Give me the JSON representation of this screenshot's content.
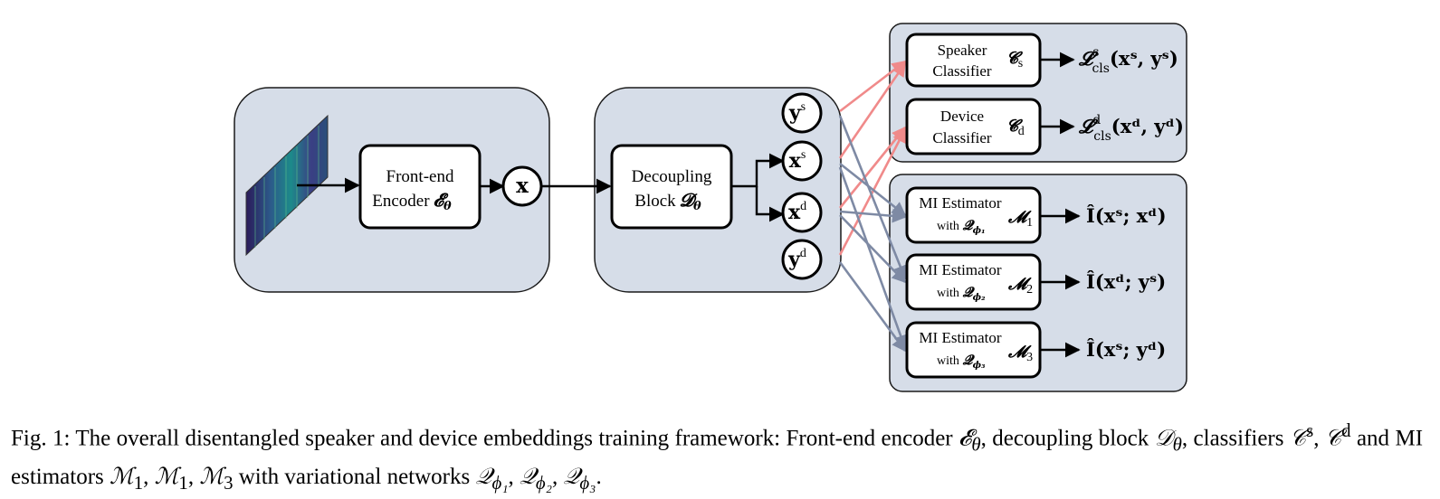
{
  "encoder": {
    "label_line1": "Front-end",
    "label_line2": "Encoder",
    "symbol": "𝓔",
    "symbol_sub": "θ"
  },
  "x_node": "x",
  "decoupler": {
    "label_line1": "Decoupling",
    "label_line2": "Block",
    "symbol": "𝓓",
    "symbol_sub": "θ"
  },
  "embeddings": [
    {
      "base": "y",
      "sup": "s"
    },
    {
      "base": "x",
      "sup": "s"
    },
    {
      "base": "x",
      "sup": "d"
    },
    {
      "base": "y",
      "sup": "d"
    }
  ],
  "classifiers": [
    {
      "line1": "Speaker",
      "line2": "Classifier",
      "symbol": "𝓒",
      "sub": "s",
      "out": {
        "L": "𝓛",
        "sup": "s",
        "sub": "cls",
        "args": "(xˢ, yˢ)"
      }
    },
    {
      "line1": "Device",
      "line2": "Classifier",
      "symbol": "𝓒",
      "sub": "d",
      "out": {
        "L": "𝓛",
        "sup": "d",
        "sub": "cls",
        "args": "(xᵈ, yᵈ)"
      }
    }
  ],
  "estimators": [
    {
      "line1": "MI Estimator",
      "line2": "with",
      "q": "𝓠",
      "q_sub": "ϕ₁",
      "symbol": "𝓜",
      "sub": "1",
      "out": "Î(xˢ; xᵈ)"
    },
    {
      "line1": "MI Estimator",
      "line2": "with",
      "q": "𝓠",
      "q_sub": "ϕ₂",
      "symbol": "𝓜",
      "sub": "2",
      "out": "Î(xᵈ; yˢ)"
    },
    {
      "line1": "MI Estimator",
      "line2": "with",
      "q": "𝓠",
      "q_sub": "ϕ₃",
      "symbol": "𝓜",
      "sub": "3",
      "out": "Î(xˢ; yᵈ)"
    }
  ],
  "caption": {
    "prefix": "Fig. 1: The overall disentangled speaker and device embeddings training framework: Front-end encoder ",
    "enc": "𝓔",
    "enc_sub": "θ",
    "mid1": ", decoupling block ",
    "dec": "𝒟",
    "dec_sub": "θ",
    "mid2": ", classifiers ",
    "cs": "𝒞",
    "cs_sup": "s",
    "comma1": ", ",
    "cd": "𝒞",
    "cd_sup": "d",
    "mid3": " and MI estimators ",
    "m1": "ℳ",
    "m1_sub": "1",
    "comma2": ", ",
    "m1b": "ℳ",
    "m1b_sub": "1",
    "comma3": ", ",
    "m3": "ℳ",
    "m3_sub": "3",
    "mid4": " with variational networks ",
    "q1": "𝒬",
    "q1_sub": "ϕ₁",
    "comma4": ", ",
    "q2": "𝒬",
    "q2_sub": "ϕ₂",
    "comma5": ", ",
    "q3": "𝒬",
    "q3_sub": "ϕ₃",
    "end": "."
  }
}
